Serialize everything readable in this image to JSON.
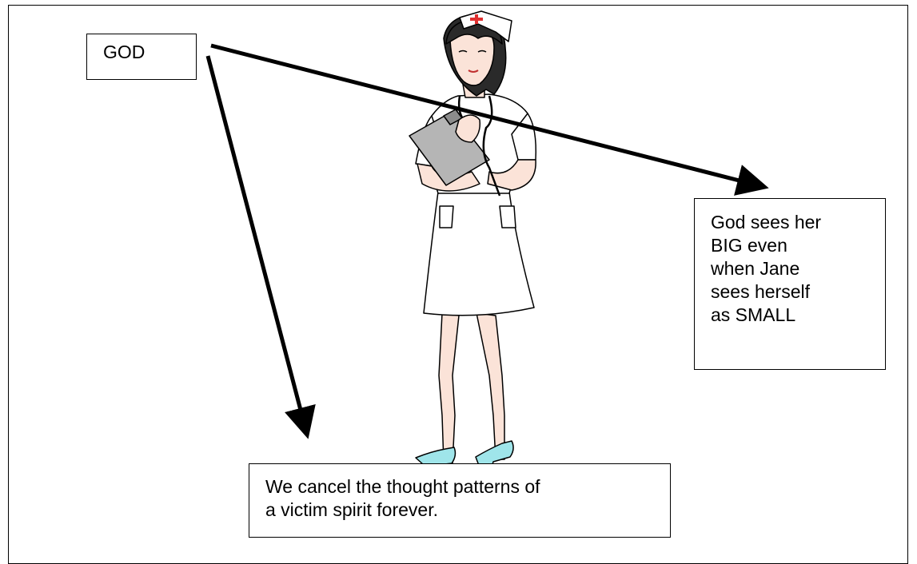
{
  "boxes": {
    "god_label": "GOD",
    "god_sees_lines": [
      "God sees her",
      "BIG even",
      "when Jane",
      "sees herself",
      "as SMALL"
    ],
    "cancel_lines": [
      "We cancel the thought patterns of",
      "a victim spirit forever."
    ]
  },
  "illustration": {
    "subject": "nurse-figure",
    "colors": {
      "uniform": "#ffffff",
      "hair": "#2a2a2a",
      "skin": "#fbe3d8",
      "clipboard": "#b5b5b5",
      "shoes": "#9fe5ea",
      "cap_cross": "#e03030"
    }
  },
  "arrows": [
    "god-to-right-box-arrow",
    "god-to-bottom-box-arrow"
  ]
}
